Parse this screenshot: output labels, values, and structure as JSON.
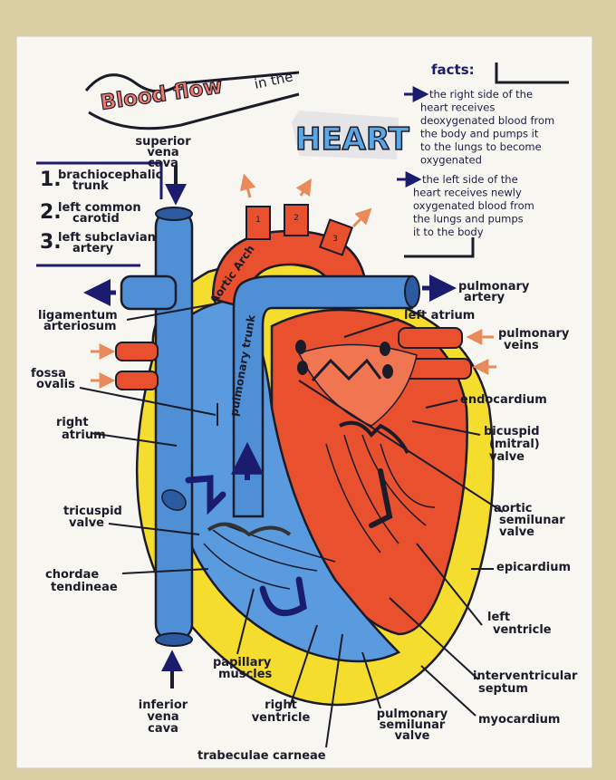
{
  "title": {
    "line1": "Blood flow",
    "line2": "in the",
    "line3": "HEART"
  },
  "facts": {
    "heading": "facts:",
    "items": [
      [
        "the right side of the",
        "heart receives",
        "deoxygenated blood from",
        "the body and pumps it",
        "to the lungs to become",
        "oxygenated"
      ],
      [
        "the left side of the",
        "heart receives newly",
        "oxygenated blood from",
        "the lungs and pumps",
        "it to the body"
      ]
    ]
  },
  "arteries": {
    "items": [
      {
        "num": "1.",
        "lines": [
          "brachiocephalic",
          "trunk"
        ]
      },
      {
        "num": "2.",
        "lines": [
          "left common",
          "carotid"
        ]
      },
      {
        "num": "3.",
        "lines": [
          "left subclavian",
          "artery"
        ]
      }
    ]
  },
  "arch_numbers": [
    "1",
    "2",
    "3"
  ],
  "inner_labels": {
    "aortic_arch": "Aortic Arch",
    "pulmonary_trunk": "pulmonary trunk"
  },
  "labels": {
    "superior_vena_cava": [
      "superior",
      "vena",
      "cava"
    ],
    "ligamentum_arteriosum": [
      "ligamentum",
      "arteriosum"
    ],
    "fossa_ovalis": [
      "fossa",
      "ovalis"
    ],
    "right_atrium": [
      "right",
      "atrium"
    ],
    "tricuspid_valve": [
      "tricuspid",
      "valve"
    ],
    "chordae_tendineae": [
      "chordae",
      "tendineae"
    ],
    "inferior_vena_cava": [
      "inferior",
      "vena",
      "cava"
    ],
    "papillary_muscles": [
      "papillary",
      "muscles"
    ],
    "right_ventricle": [
      "right",
      "ventricle"
    ],
    "trabeculae_carneae": [
      "trabeculae carneae"
    ],
    "pulmonary_semilunar_valve": [
      "pulmonary",
      "semilunar",
      "valve"
    ],
    "myocardium": [
      "myocardium"
    ],
    "interventricular_septum": [
      "interventricular",
      "septum"
    ],
    "left_ventricle": [
      "left",
      "ventricle"
    ],
    "epicardium": [
      "epicardium"
    ],
    "aortic_semilunar_valve": [
      "aortic",
      "semilunar",
      "valve"
    ],
    "bicuspid_valve": [
      "bicuspid",
      "(mitral)",
      "valve"
    ],
    "endocardium": [
      "endocardium"
    ],
    "pulmonary_veins": [
      "pulmonary",
      "veins"
    ],
    "left_atrium": [
      "left atrium"
    ],
    "pulmonary_artery": [
      "pulmonary",
      "artery"
    ]
  },
  "colors": {
    "background": "#d9cfa3",
    "paper": "#f7f6f1",
    "deoxygenated_blue": "#4f8fd6",
    "oxygenated_red": "#e8502e",
    "pericardium_yellow": "#f4dd2c",
    "ink": "#1b1b2a",
    "navy": "#1c1c6e",
    "arrow_orange": "#e98a5a"
  }
}
